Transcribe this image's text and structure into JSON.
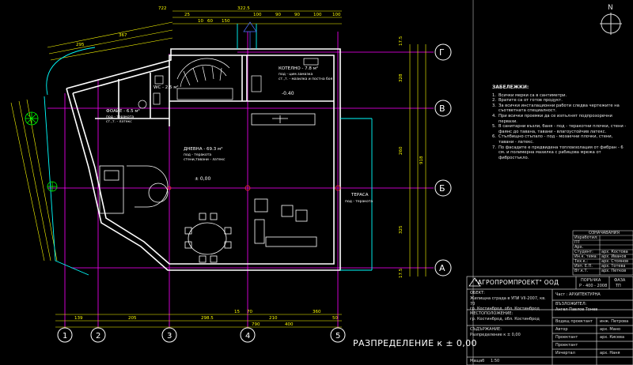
{
  "drawing": {
    "north_label": "N",
    "sheet_title": "РАЗПРЕДЕЛЕНИЕ к ± 0,00",
    "grid_axes_rows": [
      "Г",
      "В",
      "Б",
      "А"
    ],
    "grid_axes_cols": [
      "1",
      "2",
      "3",
      "4",
      "5"
    ],
    "top_dims": [
      "722",
      "25",
      "322.5",
      "100",
      "90",
      "90",
      "100",
      "100",
      "10",
      "60",
      "150",
      "367",
      "295"
    ],
    "bottom_dims": [
      "139",
      "205",
      "298.5",
      "15",
      "70",
      "210",
      "360",
      "50",
      "400",
      "790"
    ],
    "right_dims": [
      "328",
      "260",
      "325",
      "918",
      "17.5",
      "17.5"
    ],
    "rooms": [
      {
        "name": "КОТЕЛНО - 7.8 м²",
        "sub": "под - цим.замазка\nст.,т. - мазилка и постна боя"
      },
      {
        "name": "ФОАЙЕ - 6.5 м²",
        "sub": "под - теракота\nст.,т. - латекс"
      },
      {
        "name": "WC - 2.5 м²",
        "sub": ""
      },
      {
        "name": "ДНЕВНА - 69.3 м²",
        "sub": "под - теракота\nстени,тавани - латекс"
      },
      {
        "name": "ТЕРАСА",
        "sub": "под - теракота"
      }
    ],
    "level_marks": [
      "-0.40",
      "± 0,00"
    ]
  },
  "notes": {
    "title": "ЗАБЕЛЕЖКИ:",
    "items": [
      "Всички мерки са в сантиметри.",
      "Вратите са от готов продукт.",
      "За всички инсталационни работи следва чертежите на съответната специалност.",
      "При всички проемки да се изпълнят подпрозоречни первази.",
      "В санитарни възли, баня - под - теракотни плочки, стени - фаянс до тавана, тавани - влагоустойчив латекс.",
      "Стълбищно стъпало - под - мозаечни плочки, стени, тавани - латекс.",
      "По фасадите е предвидена топлоизолация от фибран - 6 см. и полимерна мазилка с рабицова мрежа от фибростъкло."
    ]
  },
  "legend_table": {
    "header": "ОЗНАЧАВАНИЯ",
    "rows": [
      [
        "Изработил:",
        ""
      ],
      [
        "ПТ",
        ""
      ],
      [
        "Арх.",
        ""
      ],
      [
        "Студент:",
        "арх. Костова"
      ],
      [
        "Ин.к. тема:",
        "арх. Иванов"
      ],
      [
        "Тех.к.:",
        "арх. Стоянов"
      ],
      [
        "Изп. Е.П.",
        "арх. Тотева"
      ],
      [
        "Вт.к.Т.",
        "арх. Петков"
      ]
    ]
  },
  "title_block": {
    "company": "\"АГРОПРОМПРОЕКТ\" ООД",
    "order_label": "ПОРЪЧКА",
    "order_number": "Р - 400 - 2008",
    "phase_label": "ФАЗА",
    "phase_value": "ТП",
    "object_label": "ОБЕКТ:",
    "object_text": "Жилищна сграда в УПИ VII-2007, кв. 70\nгр. Костинброд, обл. Костинброд",
    "part_label": "Част : АРХИТЕКТУРНА",
    "assignor_label": "ВЪЗЛОЖИТЕЛ:",
    "assignor_text": "Ангел Павлов Тонев",
    "location_label": "МЕСТОПОЛОЖЕНИЕ:",
    "location_text": "гр. Костинброд, обл. Костинброд",
    "content_label": "СЪДЪРЖАНИЕ:",
    "content_text": "Разпределение к ± 0,00",
    "sign_rows": [
      [
        "Водещ проектант",
        "инж. Петрова"
      ],
      [
        "Автор",
        "арх. Мано"
      ],
      [
        "Проектант",
        "арх. Кисева"
      ],
      [
        "Проектант",
        ""
      ],
      [
        "Изчертал",
        "арх. Наня"
      ]
    ],
    "scale_label": "Мащаб",
    "scale_value": "1:50"
  },
  "colors": {
    "background": "#000000",
    "walls": "#ffffff",
    "grid": "#ff00ff",
    "dims": "#ffff00",
    "cyan": "#00ffff",
    "green": "#00ff00",
    "red": "#ff3030",
    "blue": "#5070ff"
  }
}
